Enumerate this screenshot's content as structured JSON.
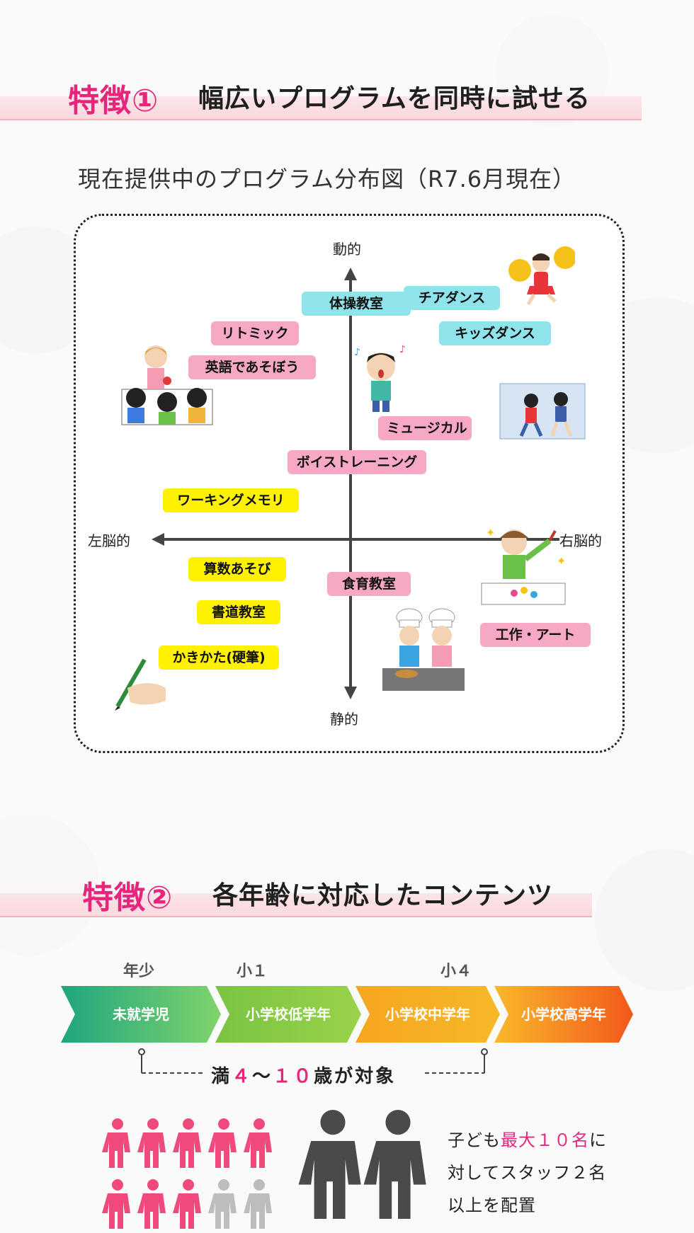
{
  "feature1": {
    "badge": "特徴①",
    "title": "幅広いプログラムを同時に試せる"
  },
  "map": {
    "title": "現在提供中のプログラム分布図（R7.6月現在）",
    "axes": {
      "top": "動的",
      "bottom": "静的",
      "left": "左脳的",
      "right": "右脳的"
    },
    "tags": [
      {
        "text": "体操教室",
        "color": "cyan"
      },
      {
        "text": "チアダンス",
        "color": "cyan"
      },
      {
        "text": "キッズダンス",
        "color": "cyan"
      },
      {
        "text": "リトミック",
        "color": "pink"
      },
      {
        "text": "英語であそぼう",
        "color": "pink"
      },
      {
        "text": "ミュージカル",
        "color": "pink"
      },
      {
        "text": "ボイストレーニング",
        "color": "pink"
      },
      {
        "text": "ワーキングメモリ",
        "color": "yellow"
      },
      {
        "text": "算数あそび",
        "color": "yellow"
      },
      {
        "text": "書道教室",
        "color": "yellow"
      },
      {
        "text": "かきかた(硬筆)",
        "color": "yellow"
      },
      {
        "text": "食育教室",
        "color": "pink"
      },
      {
        "text": "工作・アート",
        "color": "pink"
      }
    ],
    "colors": {
      "cyan": "#8fe3ea",
      "pink": "#f6a8c4",
      "yellow": "#fff200"
    }
  },
  "feature2": {
    "badge": "特徴②",
    "title": "各年齢に対応したコンテンツ"
  },
  "timeline": {
    "ages": [
      "年少",
      "小１",
      "小４"
    ],
    "stages": [
      {
        "label": "未就学児"
      },
      {
        "label": "小学校低学年"
      },
      {
        "label": "小学校中学年"
      },
      {
        "label": "小学校高学年"
      }
    ],
    "target_pre": "満",
    "target_from": "４",
    "target_mid": "〜",
    "target_to": "１０",
    "target_post": "歳が対象"
  },
  "staff": {
    "line1_pre": "子ども",
    "line1_hl": "最大１０名",
    "line1_post": "に",
    "line2": "対してスタッフ２名",
    "line3": "以上を配置",
    "children_total": 10,
    "children_highlighted": 8,
    "staff_count": 2
  }
}
